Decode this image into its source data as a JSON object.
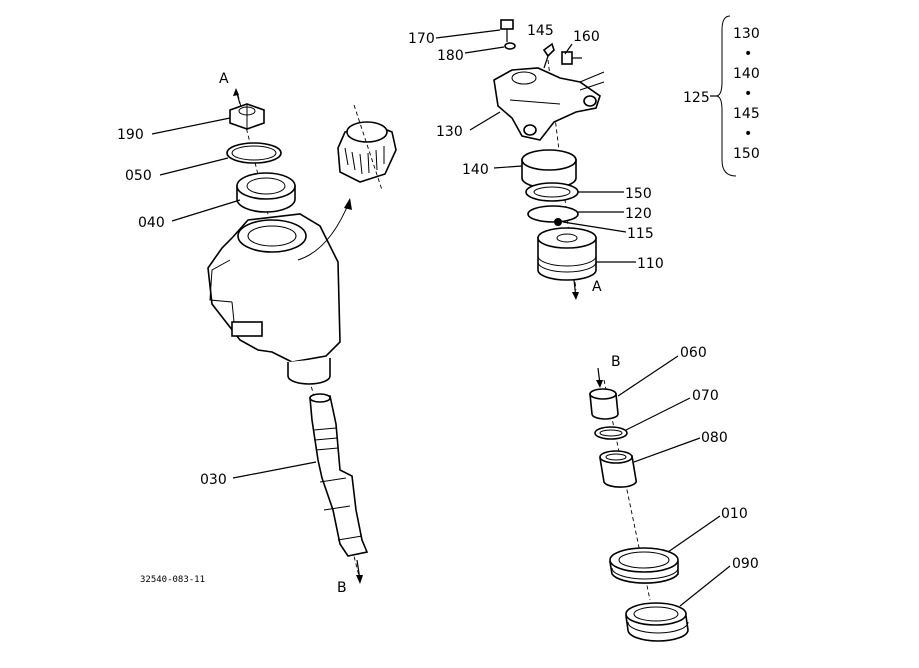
{
  "figure_code": "32540-083-11",
  "callouts": {
    "p190": "190",
    "p050": "050",
    "p040": "040",
    "p030": "030",
    "p170": "170",
    "p180": "180",
    "p145": "145",
    "p160": "160",
    "p130": "130",
    "p140": "140",
    "p150": "150",
    "p120": "120",
    "p115": "115",
    "p110": "110",
    "p060": "060",
    "p070": "070",
    "p080": "080",
    "p010": "010",
    "p090": "090"
  },
  "markers": {
    "a_top": "A",
    "a_bottom": "A",
    "b_top": "B",
    "b_bottom": "B"
  },
  "kit": {
    "number": "125",
    "items": [
      "130",
      "140",
      "145",
      "150"
    ],
    "separator": "•"
  }
}
